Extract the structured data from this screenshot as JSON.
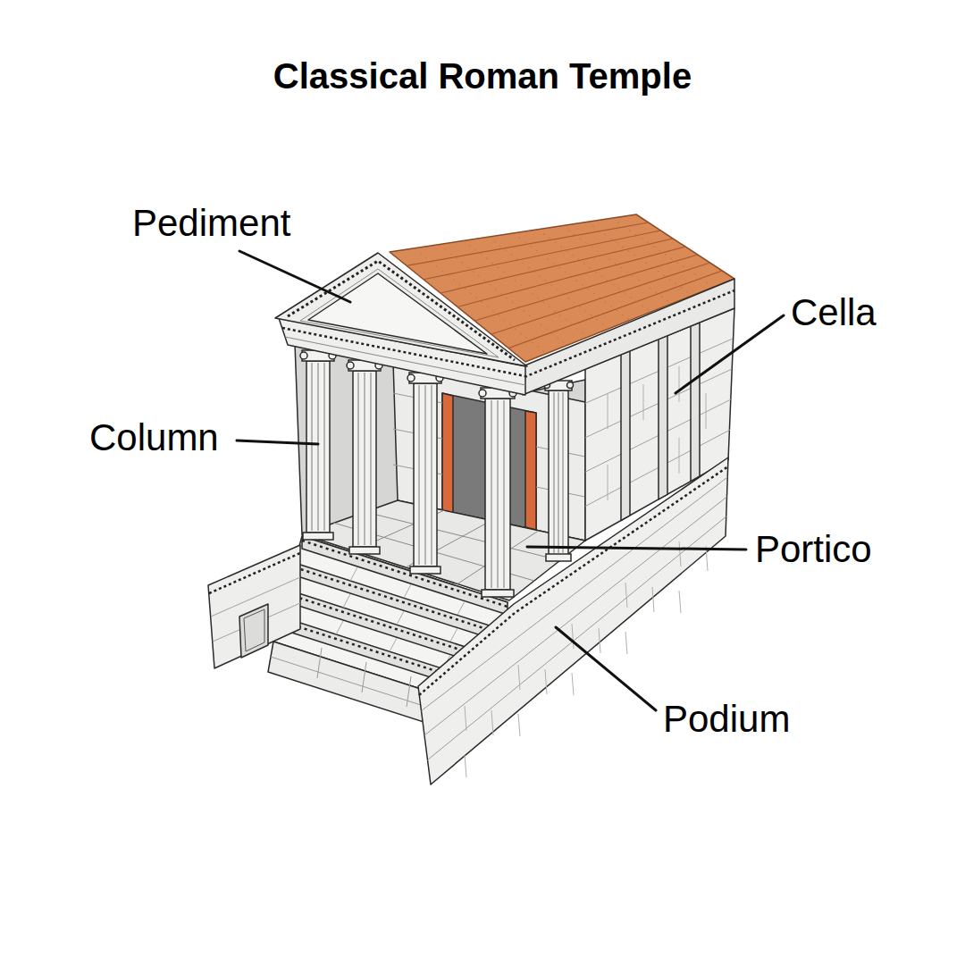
{
  "diagram": {
    "title": "Classical Roman Temple",
    "labels": [
      "Pediment",
      "Column",
      "Cella",
      "Portico",
      "Podium"
    ]
  }
}
